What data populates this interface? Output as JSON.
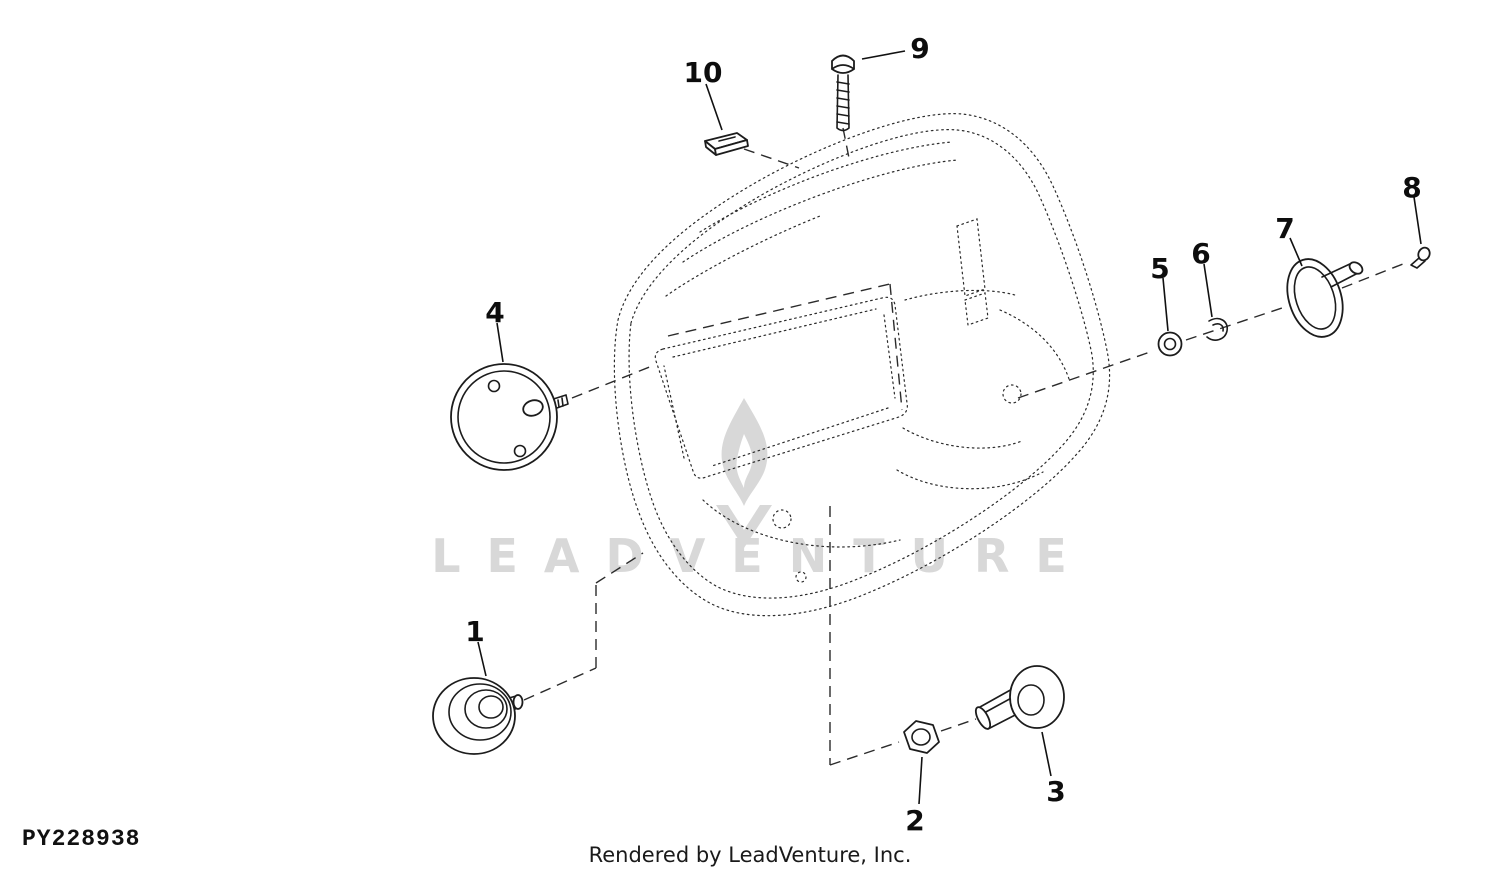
{
  "page": {
    "part_code": "PY228938",
    "footer_text": "Rendered by LeadVenture, Inc.",
    "watermark_text": "LEADVENTURE",
    "watermark_color": "#d8d8d8",
    "background": "#ffffff",
    "line_color": "#1c1c1c"
  },
  "callouts": [
    {
      "label": "1"
    },
    {
      "label": "2"
    },
    {
      "label": "3"
    },
    {
      "label": "4"
    },
    {
      "label": "5"
    },
    {
      "label": "6"
    },
    {
      "label": "7"
    },
    {
      "label": "8"
    },
    {
      "label": "9"
    },
    {
      "label": "10"
    }
  ]
}
